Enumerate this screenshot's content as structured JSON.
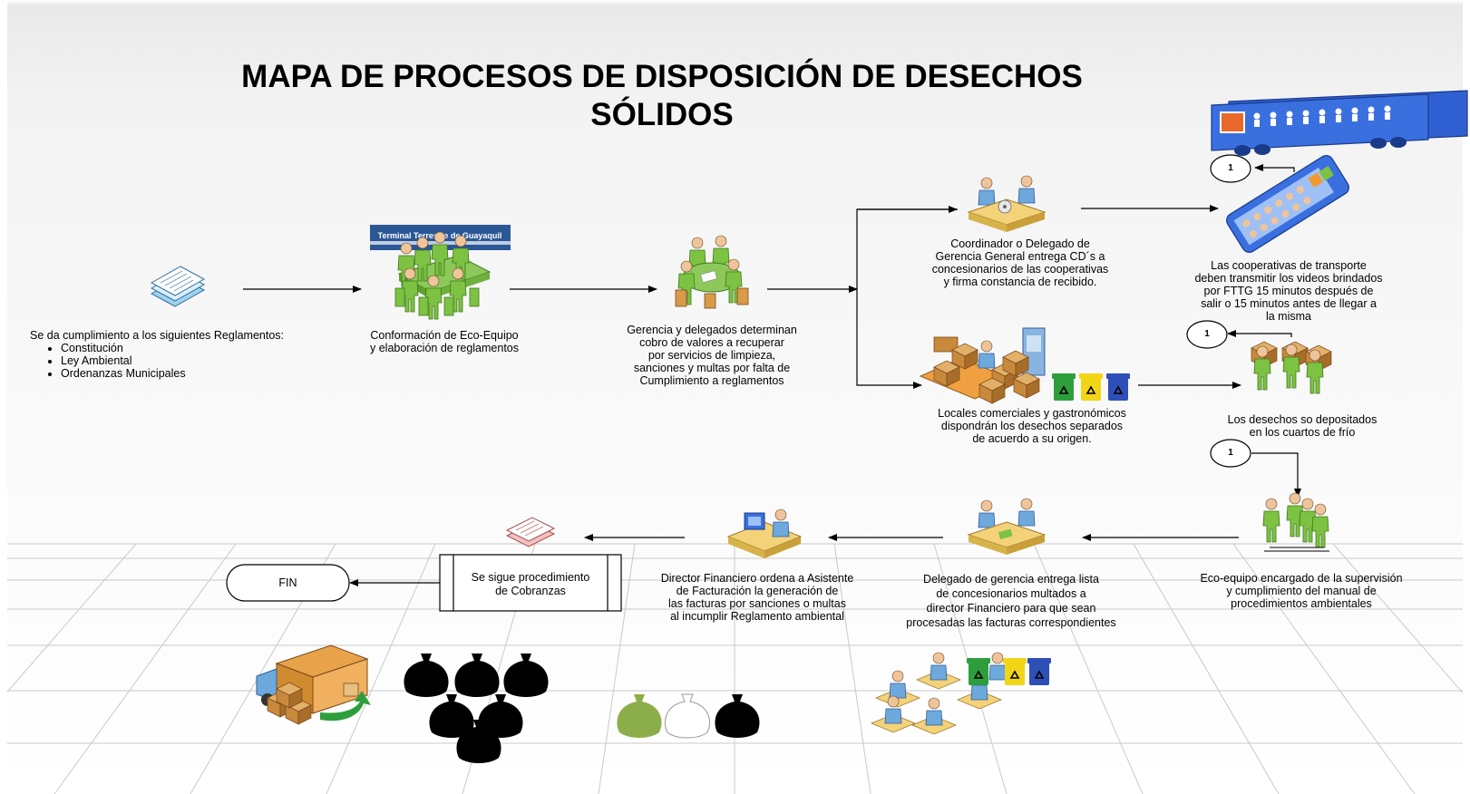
{
  "title": [
    "MAPA DE PROCESOS DE DISPOSICIÓN DE DESECHOS",
    "SÓLIDOS"
  ],
  "banner_text": "Terminal Terrestre de Guayaquil",
  "regulations": {
    "intro": "Se da cumplimiento a los siguientes Reglamentos:",
    "items": [
      "Constitución",
      "Ley Ambiental",
      "Ordenanzas Municipales"
    ]
  },
  "steps": {
    "eco_team": [
      "Conformación de Eco-Equipo",
      "y elaboración de reglamentos"
    ],
    "management": [
      "Gerencia y delegados determinan",
      "cobro de valores a recuperar",
      "por servicios de limpieza,",
      "sanciones y multas por falta de",
      "Cumplimiento  a reglamentos"
    ],
    "coordinator": [
      "Coordinador o Delegado de",
      "Gerencia General  entrega CD´s a",
      "concesionarios de las cooperativas",
      "y firma constancia de recibido."
    ],
    "cooperatives": [
      "Las cooperativas de transporte",
      "deben transmitir los videos brindados",
      "por FTTG 15 minutos después de",
      "salir  o 15 minutos antes de llegar a",
      "la misma"
    ],
    "locals": [
      "Locales comerciales y gastronómicos",
      "dispondrán los desechos separados",
      "de acuerdo a su origen."
    ],
    "deposit": [
      "Los desechos so depositados",
      "en los cuartos de frío"
    ],
    "supervision": [
      "Eco-equipo encargado de la supervisión",
      "y cumplimiento del manual de",
      "procedimientos ambientales"
    ],
    "delegate": [
      "Delegado de gerencia entrega lista",
      "de concesionarios multados a",
      "director Financiero para que sean",
      "procesadas las facturas correspondientes"
    ],
    "director": [
      "Director Financiero ordena a Asistente",
      "de Facturación la generación de",
      "las facturas por sanciones o multas",
      "al incumplir Reglamento ambiental"
    ],
    "collections": [
      "Se sigue procedimiento",
      "de Cobranzas"
    ],
    "end": "FIN"
  },
  "connectors": [
    "1",
    "1",
    "1"
  ],
  "colors": {
    "person_green": "#7dc242",
    "bus_blue": "#2f5fd0",
    "bin_green": "#2e9e3c",
    "bin_yellow": "#f2d516",
    "bin_blue": "#2e4fb8",
    "box_brown": "#c8893d",
    "banner_blue": "#2b5797"
  },
  "icons": [
    "documents-icon",
    "meeting-icon",
    "handshake-icon",
    "people-icon",
    "bus-icon",
    "warehouse-icon",
    "recycle-bins-icon",
    "workers-icon",
    "invoice-icon",
    "computer-user-icon",
    "truck-icon",
    "garbage-bags-icon",
    "office-icon"
  ]
}
